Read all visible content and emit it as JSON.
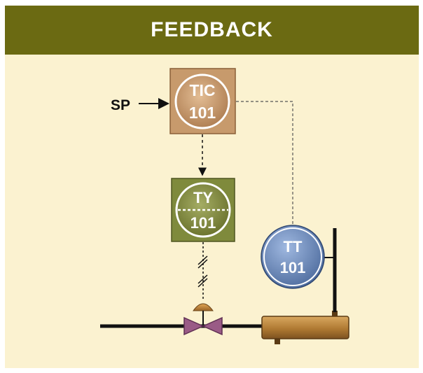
{
  "title": "FEEDBACK",
  "setpoint_label": "SP",
  "controller": {
    "tag": "TIC",
    "number": "101"
  },
  "converter": {
    "tag": "TY",
    "number": "101"
  },
  "transmitter": {
    "tag": "TT",
    "number": "101"
  },
  "colors": {
    "banner": "#6b6a12",
    "background": "#fbf2d0",
    "controller_box": "#c79a6c",
    "converter_box": "#7f8a3c",
    "transmitter_bubble": "#6f8fc0",
    "valve": "#9a5b86",
    "actuator": "#c08a3e",
    "heat_exchanger": "#b8843f",
    "line": "#111111"
  }
}
